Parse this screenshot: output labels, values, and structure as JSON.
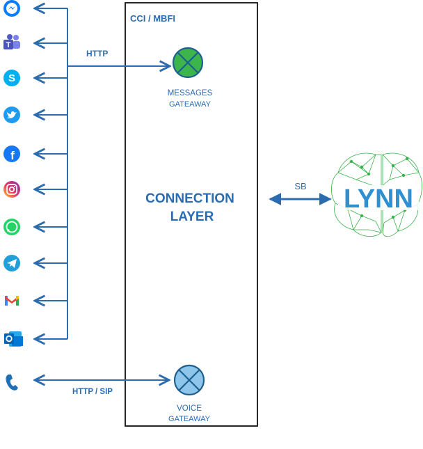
{
  "container": {
    "title": "CCI / MBFI",
    "center_line1": "CONNECTION",
    "center_line2": "LAYER"
  },
  "links": {
    "http": "HTTP",
    "http_sip": "HTTP / SIP",
    "sb": "SB"
  },
  "gateways": {
    "messages_line1": "MESSAGES",
    "messages_line2": "GATEAWAY",
    "voice_line1": "VOICE",
    "voice_line2": "GATEAWAY"
  },
  "logo": {
    "text": "LYNN"
  },
  "channels": [
    "messenger-icon",
    "teams-icon",
    "skype-icon",
    "twitter-icon",
    "facebook-icon",
    "instagram-icon",
    "whatsapp-icon",
    "telegram-icon",
    "gmail-icon",
    "outlook-icon",
    "phone-icon"
  ],
  "colors": {
    "line": "#2b6cb0",
    "messages_gateway": "#3cb54a",
    "voice_gateway": "#8ec5ea",
    "brand": "#2f8fd0",
    "brain": "#38b24a"
  }
}
